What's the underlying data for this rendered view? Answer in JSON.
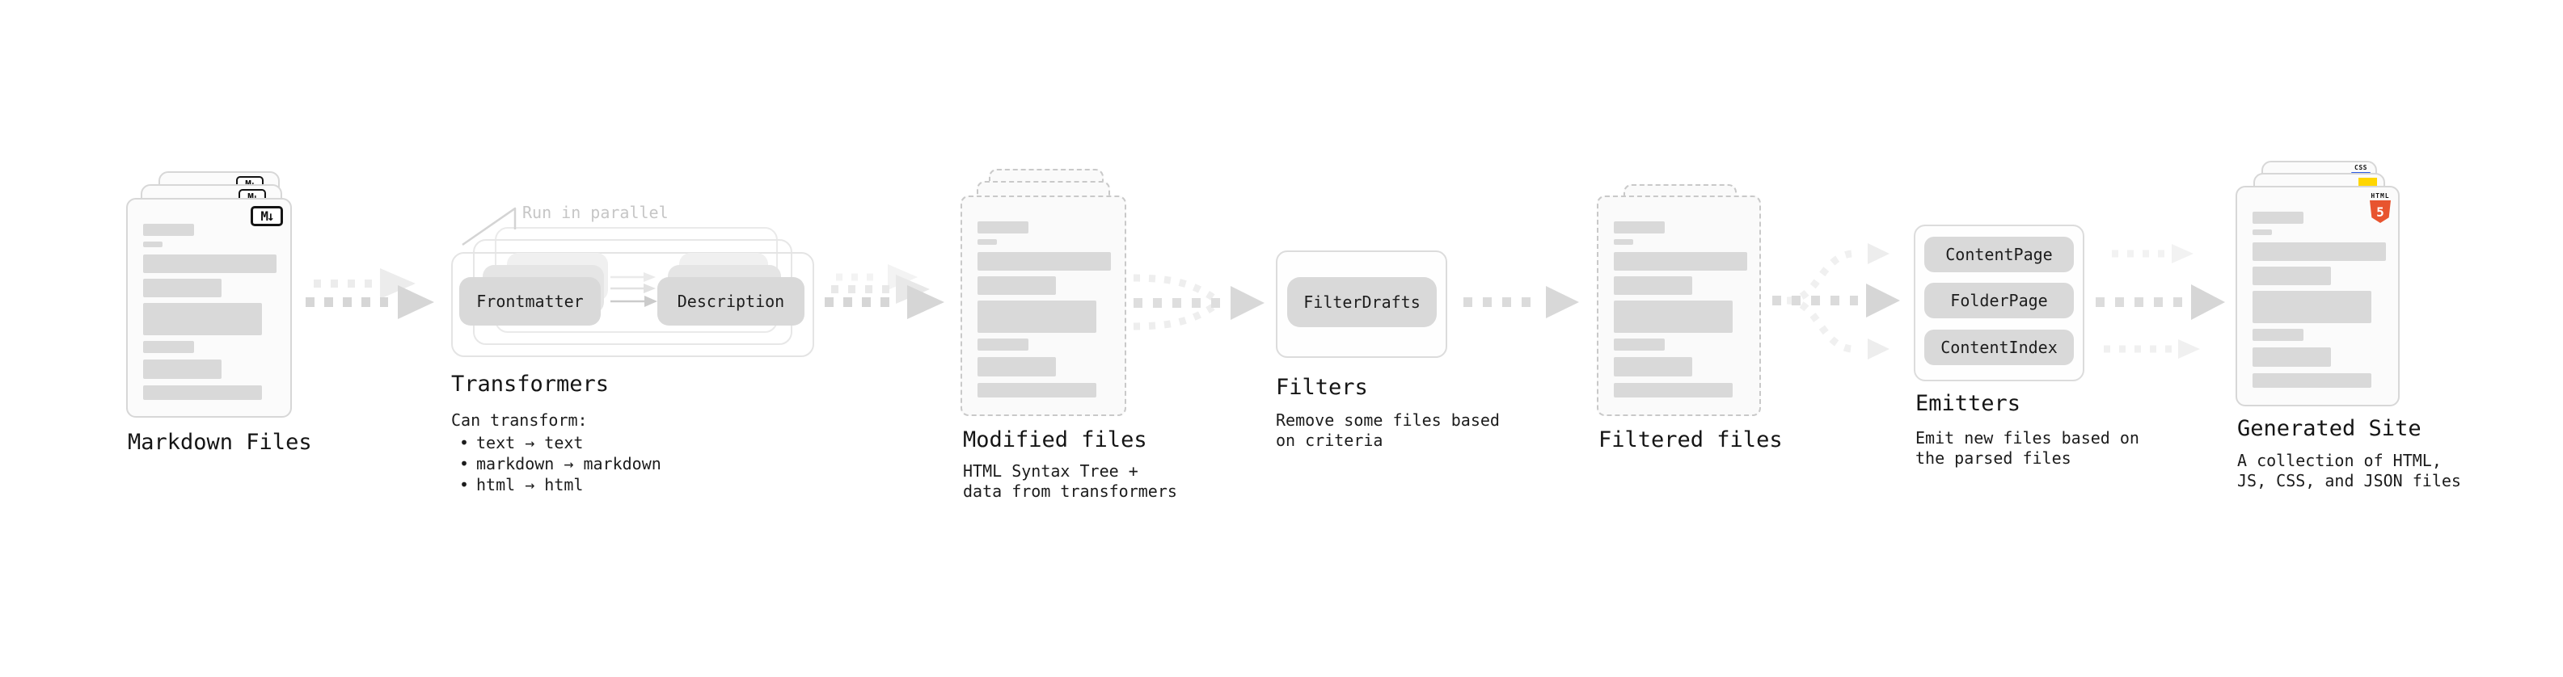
{
  "pipeline": {
    "markdown_files": {
      "title": "Markdown Files",
      "badge": "M↓"
    },
    "transformers": {
      "annotation": "Run in parallel",
      "pill_input": "Frontmatter",
      "pill_output": "Description",
      "title": "Transformers",
      "description_heading": "Can transform:",
      "bullet_glyph": "•",
      "bullets": [
        "text → text",
        "markdown → markdown",
        "html → html"
      ]
    },
    "modified_files": {
      "title": "Modified files",
      "subtitle": [
        "HTML Syntax Tree +",
        "data from transformers"
      ]
    },
    "filters": {
      "title": "Filters",
      "pill": "FilterDrafts",
      "subtitle": [
        "Remove some files based",
        "on criteria"
      ]
    },
    "filtered_files": {
      "title": "Filtered files"
    },
    "emitters": {
      "title": "Emitters",
      "pills": [
        "ContentPage",
        "FolderPage",
        "ContentIndex"
      ],
      "subtitle": [
        "Emit new files based on",
        "the parsed files"
      ]
    },
    "generated_site": {
      "title": "Generated Site",
      "subtitle": [
        "A collection of HTML,",
        "JS, CSS, and JSON files"
      ],
      "badges": {
        "css_label": "CSS",
        "html_label": "HTML",
        "html_number": "5"
      }
    },
    "colors": {
      "html5_orange": "#e8542f",
      "js_yellow": "#ffd600",
      "css_blue": "#2d5be3",
      "skeleton_gray": "#d9d9d9",
      "arrow_gray": "#d6d6d6"
    }
  }
}
